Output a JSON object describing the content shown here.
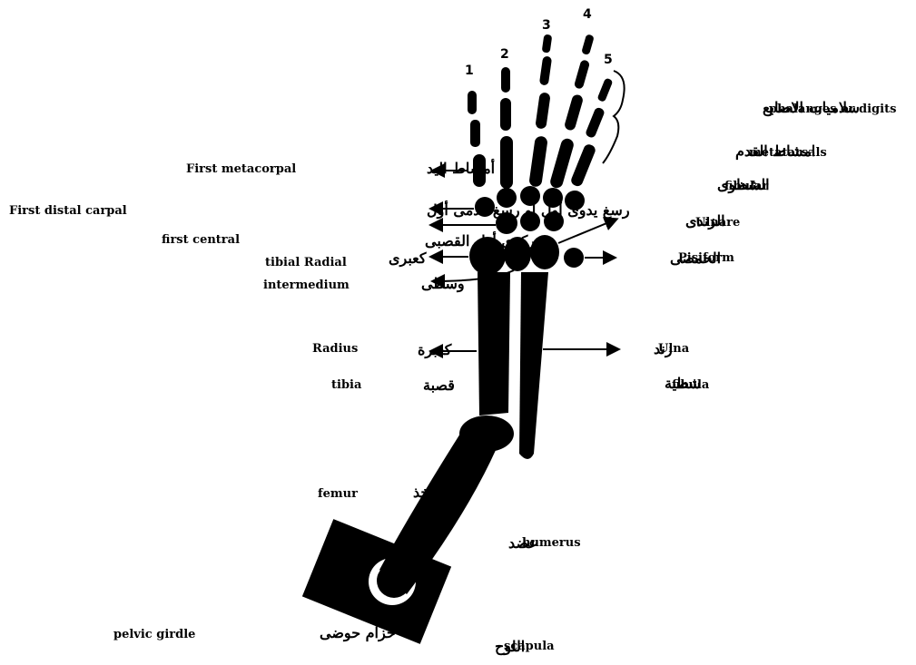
{
  "digit_numbers": [
    "1",
    "2",
    "3",
    "4",
    "5"
  ],
  "labels": {
    "phalanges_ar": "سلاميات الاصابع",
    "phalanges_en": "phalanges or digits",
    "metacarpal_ar": "أمشاط اليد",
    "metacarpal_en": "First metacorpal",
    "metatarsal_ar": "امشاط القدم",
    "metatarsal_en": "metatarsals",
    "distal_carpal_ar": "رسغ يدوى أول أو رسغ قدمى أول",
    "distal_carpal_en": "First distal carpal",
    "fibular_ar": "الشظوى",
    "fibular_en": "fibular",
    "central_ar": "مركزى أول القصبى",
    "central_en": "first central",
    "ulnare_ar": "الزندى",
    "ulnare_en": "Ulnare",
    "radial_ar": "كعبرى",
    "radial_en": "tibial Radial",
    "pisiform_ar": "الحمصى",
    "pisiform_en": "Pisiform",
    "intermedium_ar": "وسطى",
    "intermedium_en": "intermedium",
    "radius_ar": "كعبرة",
    "radius_en": "Radius",
    "tibia_ar": "قصبة",
    "tibia_en": "tibia",
    "ulna_ar": "زند",
    "ulna_en": "Ulna",
    "fibula_ar": "شظية",
    "fibula_en": "fibula",
    "femur_ar": "فخذ",
    "femur_en": "femur",
    "humerus_ar": "عضد",
    "humerus_en": "humerus",
    "pelvic_ar": "حزام حوضى",
    "pelvic_en": "pelvic girdle",
    "scapula_ar": "اللوح",
    "scapula_en": "scapula"
  }
}
